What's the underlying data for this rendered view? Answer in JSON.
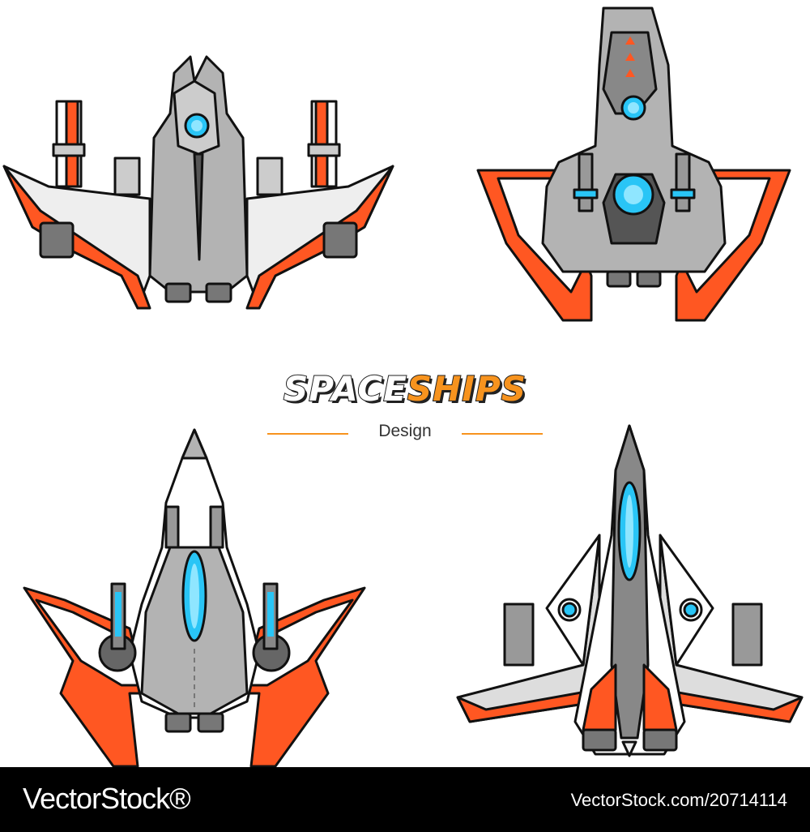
{
  "header": {
    "title_part1": "SPACE",
    "title_part2": "SHIPS",
    "subtitle": "Design"
  },
  "footer": {
    "brand": "VectorStock®",
    "image_id": "VectorStock.com/20714114"
  },
  "colors": {
    "orange": "#ff5722",
    "accent": "#f7931e",
    "gray": "#b3b3b3",
    "dark_gray": "#666666",
    "light": "#eeeeee",
    "cockpit": "#29c5f6",
    "outline": "#111111"
  }
}
